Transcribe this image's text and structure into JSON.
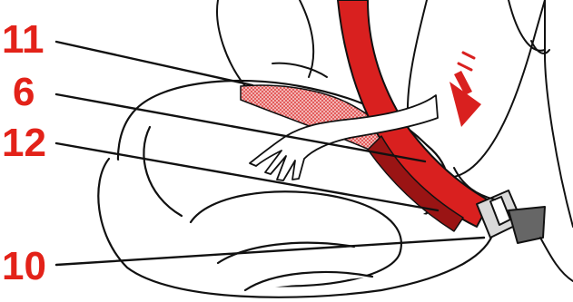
{
  "diagram": {
    "colors": {
      "callout": "#e32219",
      "belt": "#d9201f",
      "belt_dark": "#9a1414",
      "lap_belt_pad": "#e68a8a",
      "outline": "#111111",
      "buckle_metal": "#d9d9d9",
      "buckle_dark": "#666666"
    },
    "callouts": [
      {
        "id": "11",
        "label": "11"
      },
      {
        "id": "6",
        "label": "6"
      },
      {
        "id": "12",
        "label": "12"
      },
      {
        "id": "10",
        "label": "10"
      }
    ],
    "icons": [
      "downward-arrow-icon"
    ]
  }
}
